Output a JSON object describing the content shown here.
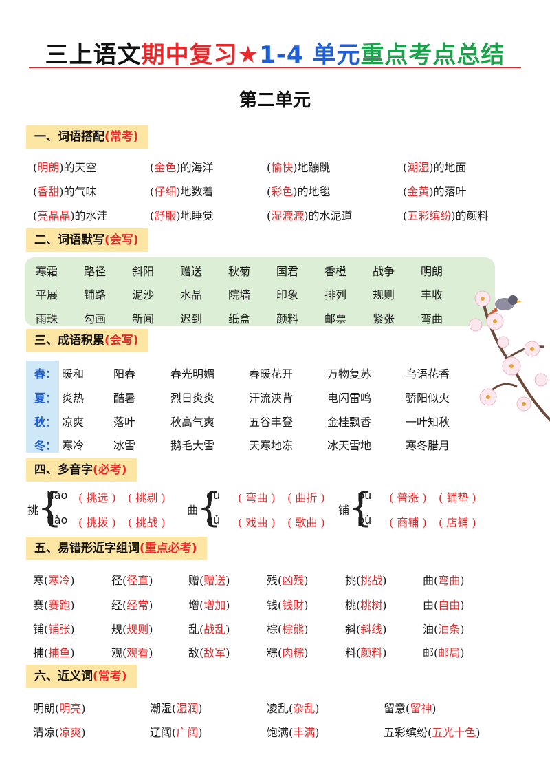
{
  "header": {
    "part1": "三上语文",
    "part2": "期中复习",
    "star": "★",
    "part3": "1-4 单元",
    "part4": "重点考点总结"
  },
  "unit_title": "第二单元",
  "sections": {
    "s1": {
      "title": "一、词语搭配",
      "tag": "(常考)"
    },
    "s2": {
      "title": "二、词语默写",
      "tag": "(会写)"
    },
    "s3": {
      "title": "三、成语积累",
      "tag": "(会写)"
    },
    "s4": {
      "title": "四、多音字",
      "tag": "(必考)"
    },
    "s5": {
      "title": "五、易错形近字组词",
      "tag": "(重点必考)"
    },
    "s6": {
      "title": "六、近义词",
      "tag": "(常考)"
    }
  },
  "collocations": [
    [
      {
        "a": "明朗",
        "b": "的天空"
      },
      {
        "a": "金色",
        "b": "的海洋"
      },
      {
        "a": "愉快",
        "b": "地蹦跳"
      },
      {
        "a": "潮湿",
        "b": "的地面"
      }
    ],
    [
      {
        "a": "香甜",
        "b": "的气味"
      },
      {
        "a": "仔细",
        "b": "地数着"
      },
      {
        "a": "彩色",
        "b": "的地毯"
      },
      {
        "a": "金黄",
        "b": "的落叶"
      }
    ],
    [
      {
        "a": "亮晶晶",
        "b": "的水洼"
      },
      {
        "a": "舒服",
        "b": "地睡觉"
      },
      {
        "a": "湿漉漉",
        "b": "的水泥道"
      },
      {
        "a": "五彩缤纷",
        "b": "的颜料"
      }
    ]
  ],
  "dictation": [
    [
      "寒霜",
      "路径",
      "斜阳",
      "赠送",
      "秋菊",
      "国君",
      "香橙",
      "战争",
      "明朗"
    ],
    [
      "平展",
      "铺路",
      "泥沙",
      "水晶",
      "院墙",
      "印象",
      "排列",
      "规则",
      "丰收"
    ],
    [
      "雨珠",
      "勾画",
      "新闻",
      "迟到",
      "纸盒",
      "颜料",
      "邮票",
      "紧张",
      "弯曲"
    ]
  ],
  "idioms": [
    {
      "season": "春：",
      "words": [
        "暖和",
        "阳春",
        "春光明媚",
        "春暖花开",
        "万物复苏",
        "鸟语花香"
      ]
    },
    {
      "season": "夏：",
      "words": [
        "炎热",
        "酷暑",
        "烈日炎炎",
        "汗流浃背",
        "电闪雷鸣",
        "骄阳似火"
      ]
    },
    {
      "season": "秋：",
      "words": [
        "凉爽",
        "落叶",
        "秋高气爽",
        "五谷丰登",
        "金桂飘香",
        "一叶知秋"
      ]
    },
    {
      "season": "冬：",
      "words": [
        "寒冷",
        "冰雪",
        "鹅毛大雪",
        "天寒地冻",
        "冰天雪地",
        "寒冬腊月"
      ]
    }
  ],
  "polyphones": [
    {
      "char": "挑",
      "readings": [
        {
          "py": "tiāo",
          "w1": "挑选",
          "w2": "挑剔"
        },
        {
          "py": "tiǎo",
          "w1": "挑拨",
          "w2": "挑战"
        }
      ]
    },
    {
      "char": "曲",
      "readings": [
        {
          "py": "qū",
          "w1": "弯曲",
          "w2": "曲折"
        },
        {
          "py": "qǔ",
          "w1": "戏曲",
          "w2": "歌曲"
        }
      ]
    },
    {
      "char": "铺",
      "readings": [
        {
          "py": "pū",
          "w1": "普涨",
          "w2": "铺垫"
        },
        {
          "py": "pù",
          "w1": "商铺",
          "w2": "店铺"
        }
      ]
    }
  ],
  "similar_chars": [
    [
      {
        "c": "寒",
        "w": "寒冷"
      },
      {
        "c": "径",
        "w": "径直"
      },
      {
        "c": "赠",
        "w": "赠送"
      },
      {
        "c": "残",
        "w": "凶残"
      },
      {
        "c": "挑",
        "w": "挑战"
      },
      {
        "c": "曲",
        "w": "弯曲"
      }
    ],
    [
      {
        "c": "赛",
        "w": "赛跑"
      },
      {
        "c": "经",
        "w": "经常"
      },
      {
        "c": "增",
        "w": "增加"
      },
      {
        "c": "钱",
        "w": "钱财"
      },
      {
        "c": "桃",
        "w": "桃树"
      },
      {
        "c": "由",
        "w": "自由"
      }
    ],
    [
      {
        "c": "铺",
        "w": "铺张"
      },
      {
        "c": "规",
        "w": "规则"
      },
      {
        "c": "乱",
        "w": "战乱"
      },
      {
        "c": "棕",
        "w": "棕熊"
      },
      {
        "c": "斜",
        "w": "斜线"
      },
      {
        "c": "油",
        "w": "油条"
      }
    ],
    [
      {
        "c": "捕",
        "w": "捕鱼"
      },
      {
        "c": "观",
        "w": "观看"
      },
      {
        "c": "敌",
        "w": "敌军"
      },
      {
        "c": "粽",
        "w": "肉粽"
      },
      {
        "c": "料",
        "w": "颜料"
      },
      {
        "c": "邮",
        "w": "邮局"
      }
    ]
  ],
  "synonyms": [
    [
      {
        "a": "明朗",
        "b": "明亮"
      },
      {
        "a": "潮湿",
        "b": "湿润"
      },
      {
        "a": "凌乱",
        "b": "杂乱"
      },
      {
        "a": "留意",
        "b": "留神"
      }
    ],
    [
      {
        "a": "清凉",
        "b": "凉爽"
      },
      {
        "a": "辽阔",
        "b": "广阔"
      },
      {
        "a": "饱满",
        "b": "丰满"
      },
      {
        "a": "五彩缤纷",
        "b": "五光十色"
      }
    ]
  ],
  "colors": {
    "accent_red": "#e8282a",
    "blue": "#1f5fd6",
    "green": "#1aa34a",
    "section_bg": "#fde5a4",
    "box_green": "#dcefd6",
    "season_bg": "#cfe8f7"
  },
  "decor": "plum-blossom-branch-icon"
}
